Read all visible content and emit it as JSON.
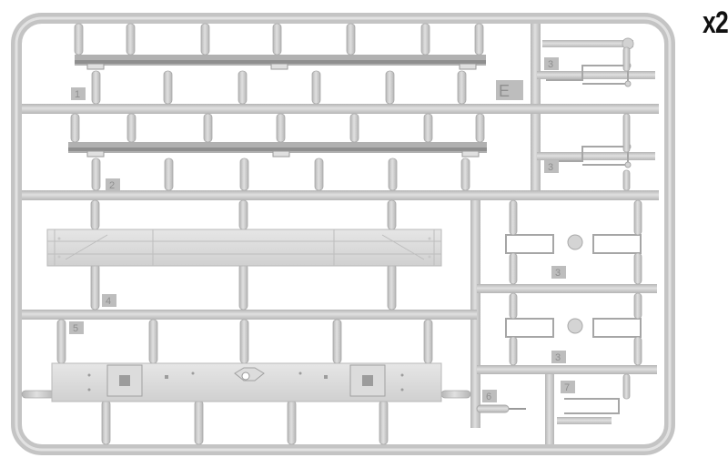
{
  "quantity_label": "x2",
  "sprue_letter": "E",
  "part_numbers": [
    "1",
    "2",
    "3",
    "3",
    "3",
    "3",
    "4",
    "5",
    "6",
    "7"
  ],
  "colors": {
    "background": "#ffffff",
    "plastic": "#c9c9c9",
    "plastic_dark": "#a9a9a9",
    "plastic_light": "#dcdcdc",
    "label_text": "#111111"
  }
}
